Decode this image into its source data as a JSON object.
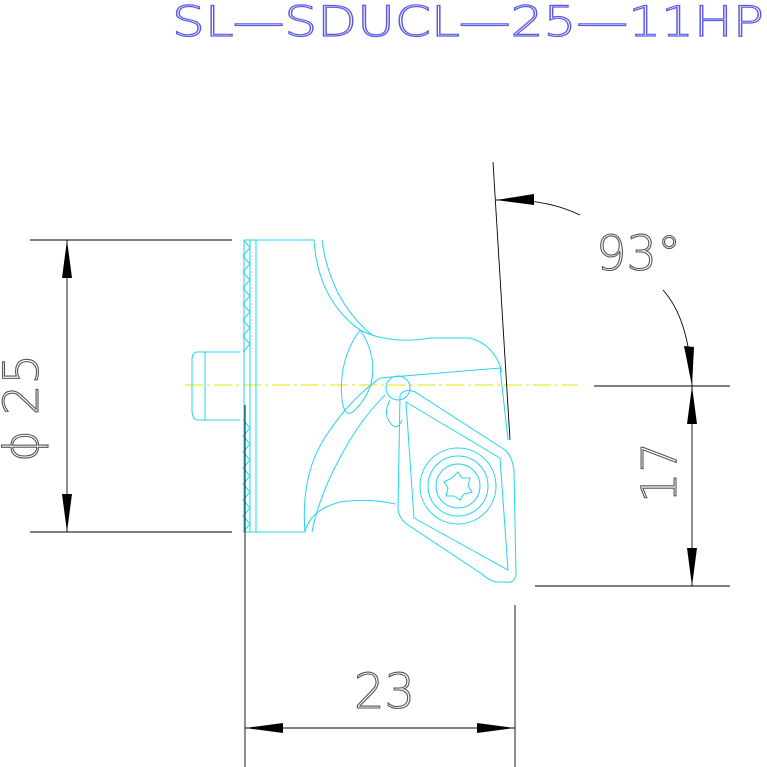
{
  "title": "SL—SDUCL—25—11HP",
  "dimensions": {
    "diameter": "ϕ 25",
    "offset": "17",
    "length": "23",
    "angle": "93°"
  },
  "colors": {
    "title": "#5a5ae6",
    "part_outline": "#22d4f0",
    "centerline": "#e6e600",
    "dimension": "#000000",
    "dim_text": "#555555",
    "background": "#ffffff"
  }
}
